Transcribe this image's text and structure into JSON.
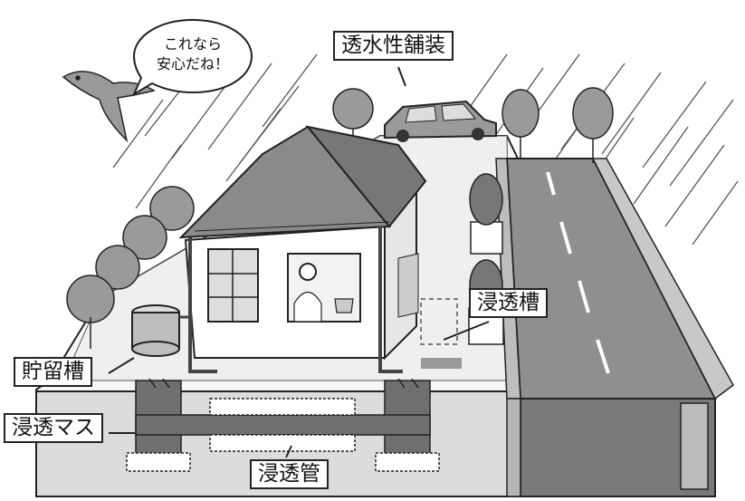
{
  "labels": {
    "permeable_paving": "透水性舗装",
    "infiltration_tank": "浸透槽",
    "storage_tank": "貯留槽",
    "infiltration_basin": "浸透マス",
    "infiltration_pipe": "浸透管"
  },
  "speech_bubble": {
    "line1": "これなら",
    "line2": "安心だね！"
  },
  "colors": {
    "ink": "#222222",
    "road": "#8f8f8f",
    "roof": "#8a8a8a",
    "ground": "#d9d9d9",
    "underground_pipe": "#6f6f6f"
  }
}
